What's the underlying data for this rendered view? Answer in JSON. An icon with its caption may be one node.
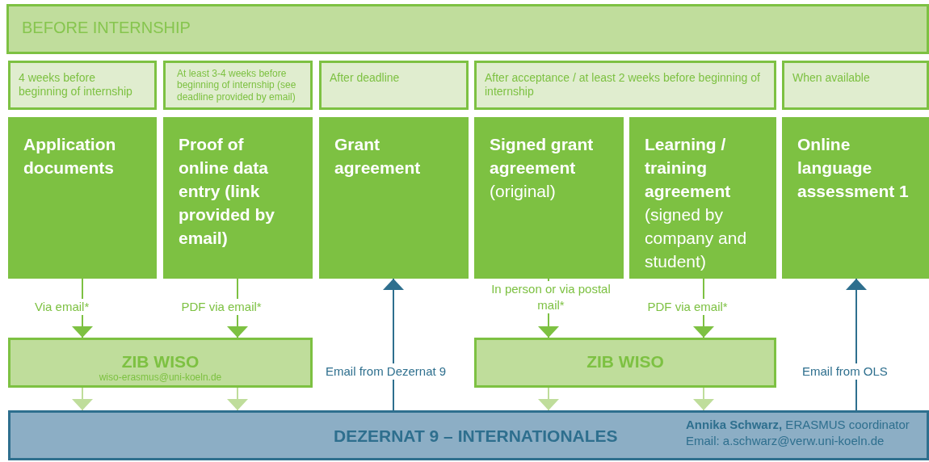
{
  "diagram": {
    "nodes": [
      {
        "text": [
          "BEFORE INTERNSHIP"
        ]
      },
      {
        "text": [
          "4 weeks before beginning of internship"
        ]
      },
      {
        "text": [
          "At least 3-4 weeks before beginning of internship (see deadline provided by email)"
        ]
      },
      {
        "text": [
          "After deadline"
        ]
      },
      {
        "text": [
          "After acceptance / at least 2 weeks before beginning of internship"
        ]
      },
      {
        "text": [
          "When available"
        ]
      },
      {
        "text": [
          "Application documents"
        ]
      },
      {
        "text": [
          "Proof of online data entry (link provided by email)"
        ]
      },
      {
        "text": [
          "Grant agreement"
        ]
      },
      {
        "text": [
          "Signed grant agreement",
          "(original)"
        ]
      },
      {
        "text": [
          "Learning / training agreement",
          "(signed by company and student)"
        ]
      },
      {
        "text": [
          "Online language assessment 1"
        ]
      },
      {
        "text": [
          "ZIB WISO",
          "wiso-erasmus@uni-koeln.de"
        ]
      },
      {
        "text": [
          "ZIB WISO"
        ]
      },
      {
        "text": [
          "DEZERNAT 9 – INTERNATIONALES",
          "**Annika Schwarz,** ERASMUS coordinator",
          "Email: a.schwarz@verw.uni-koeln.de"
        ]
      }
    ],
    "edges": [
      {
        "from": 6,
        "to": 12,
        "arrow": "to",
        "label": "Via email*",
        "color": "#7dc142"
      },
      {
        "from": 7,
        "to": 12,
        "arrow": "to",
        "label": "PDF via email*",
        "color": "#7dc142"
      },
      {
        "from": 9,
        "to": 13,
        "arrow": "to",
        "label": "In person or via postal mail*",
        "color": "#7dc142"
      },
      {
        "from": 10,
        "to": 13,
        "arrow": "to",
        "label": "PDF via email*",
        "color": "#7dc142"
      },
      {
        "from": 12,
        "to": 14,
        "arrow": "to",
        "color": "#bfdd9b"
      },
      {
        "from": 12,
        "to": 14,
        "arrow": "to",
        "color": "#bfdd9b"
      },
      {
        "from": 13,
        "to": 14,
        "arrow": "to",
        "color": "#bfdd9b"
      },
      {
        "from": 13,
        "to": 14,
        "arrow": "to",
        "color": "#bfdd9b"
      },
      {
        "from": 14,
        "to": 8,
        "arrow": "to",
        "label": "Email from Dezernat 9",
        "color": "#2e6f8e"
      },
      {
        "from": 14,
        "to": 11,
        "arrow": "to",
        "label": "Email from OLS",
        "color": "#2e6f8e"
      }
    ]
  }
}
